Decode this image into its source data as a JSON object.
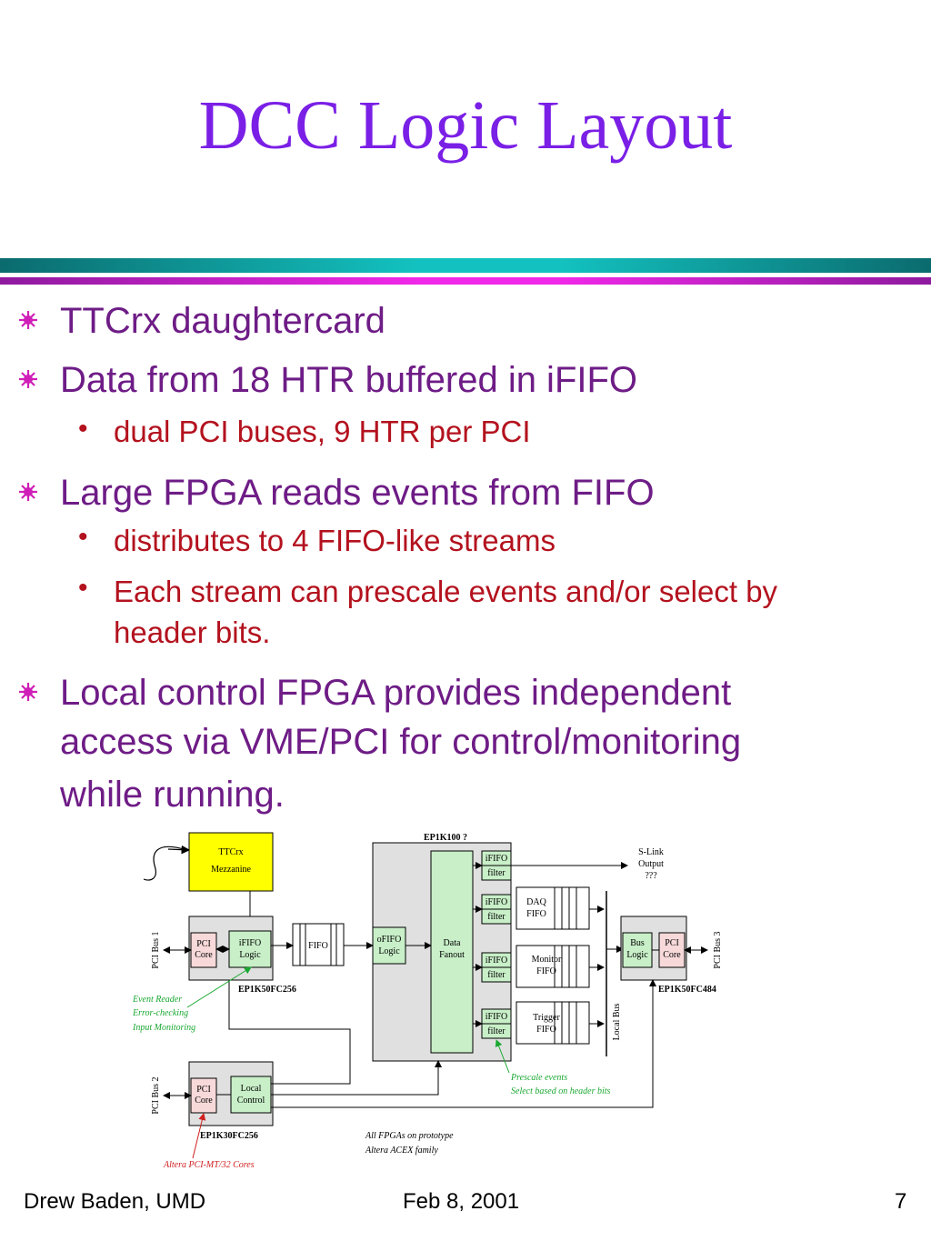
{
  "slide": {
    "title": "DCC Logic Layout",
    "colors": {
      "title": "#7a1fe6",
      "bullet1": "#6e1c86",
      "bullet2": "#b3121e",
      "rule_teal": "#0aa7a5",
      "rule_magenta": "#e01fd6"
    }
  },
  "bullets": [
    {
      "level": 1,
      "text": "TTCrx daughtercard"
    },
    {
      "level": 1,
      "text": "Data from 18 HTR buffered in iFIFO"
    },
    {
      "level": 2,
      "text": "dual PCI buses, 9 HTR per PCI"
    },
    {
      "level": 1,
      "text": "Large FPGA reads events from FIFO"
    },
    {
      "level": 2,
      "text": "distributes to 4 FIFO-like streams"
    },
    {
      "level": 2,
      "text": "Each stream can prescale events and/or select by"
    },
    {
      "level": 2,
      "text": "header bits."
    },
    {
      "level": 1,
      "text": "Local control FPGA provides independent"
    },
    {
      "level": 1,
      "text": "access via VME/PCI for control/monitoring"
    },
    {
      "level": 1,
      "text": "while running."
    }
  ],
  "diagram": {
    "ttcrx": "TTCrx",
    "mezzanine": "Mezzanine",
    "ep1k100": "EP1K100 ?",
    "slink_1": "S-Link",
    "slink_2": "Output",
    "slink_3": "???",
    "pci_bus1": "PCI Bus 1",
    "pci_bus2": "PCI Bus 2",
    "pci_bus3": "PCI Bus 3",
    "pci": "PCI",
    "core": "Core",
    "ififo": "iFIFO",
    "logic": "Logic",
    "filter": "filter",
    "fifo": "FIFO",
    "ofifo": "oFIFO",
    "data": "Data",
    "fanout": "Fanout",
    "daq": "DAQ",
    "monitor": "Monitor",
    "trigger": "Trigger",
    "bus": "Bus",
    "local": "Local",
    "control": "Control",
    "local_bus": "Local Bus",
    "ep1k50fc256": "EP1K50FC256",
    "ep1k50fc484": "EP1K50FC484",
    "ep1k30fc256": "EP1K30FC256",
    "event_reader": "Event Reader",
    "error_checking": "Error-checking",
    "input_monitoring": "Input Monitoring",
    "prescale_events": "Prescale events",
    "select_header": "Select based on header bits",
    "all_fpgas": "All FPGAs on prototype",
    "altera_acex": "Altera ACEX family",
    "altera_cores": "Altera PCI-MT/32 Cores"
  },
  "footer": {
    "author": "Drew Baden, UMD",
    "date": "Feb 8, 2001",
    "page": "7"
  }
}
